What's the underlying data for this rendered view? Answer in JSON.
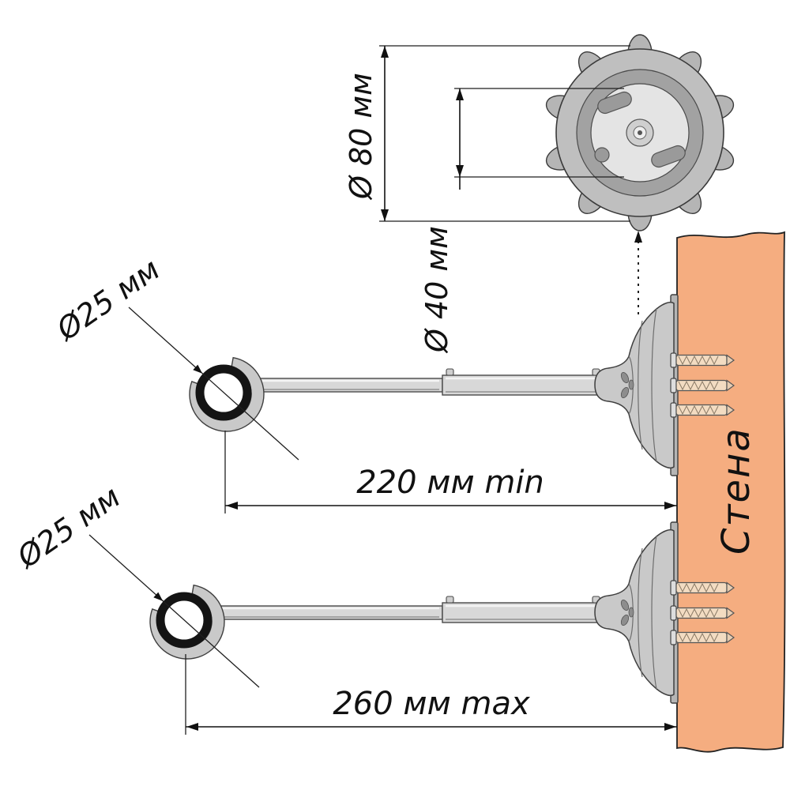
{
  "diagram": {
    "top_view": {
      "outer_diameter_label": "Ø 80 мм",
      "inner_diameter_label": "Ø 40 мм"
    },
    "upper_bracket": {
      "ring_diameter_label": "Ø25 мм",
      "length_label": "220 мм min"
    },
    "lower_bracket": {
      "ring_diameter_label": "Ø25 мм",
      "length_label": "260 мм max"
    },
    "wall_label": "Стена",
    "colors": {
      "background": "#ffffff",
      "wall": "#f5ad80",
      "outline": "#1e1e1e",
      "metal_light": "#e6e6e6",
      "metal_mid": "#c9c9c9",
      "metal_dark": "#9a9a9a",
      "anchor": "#f3dcc2"
    }
  }
}
